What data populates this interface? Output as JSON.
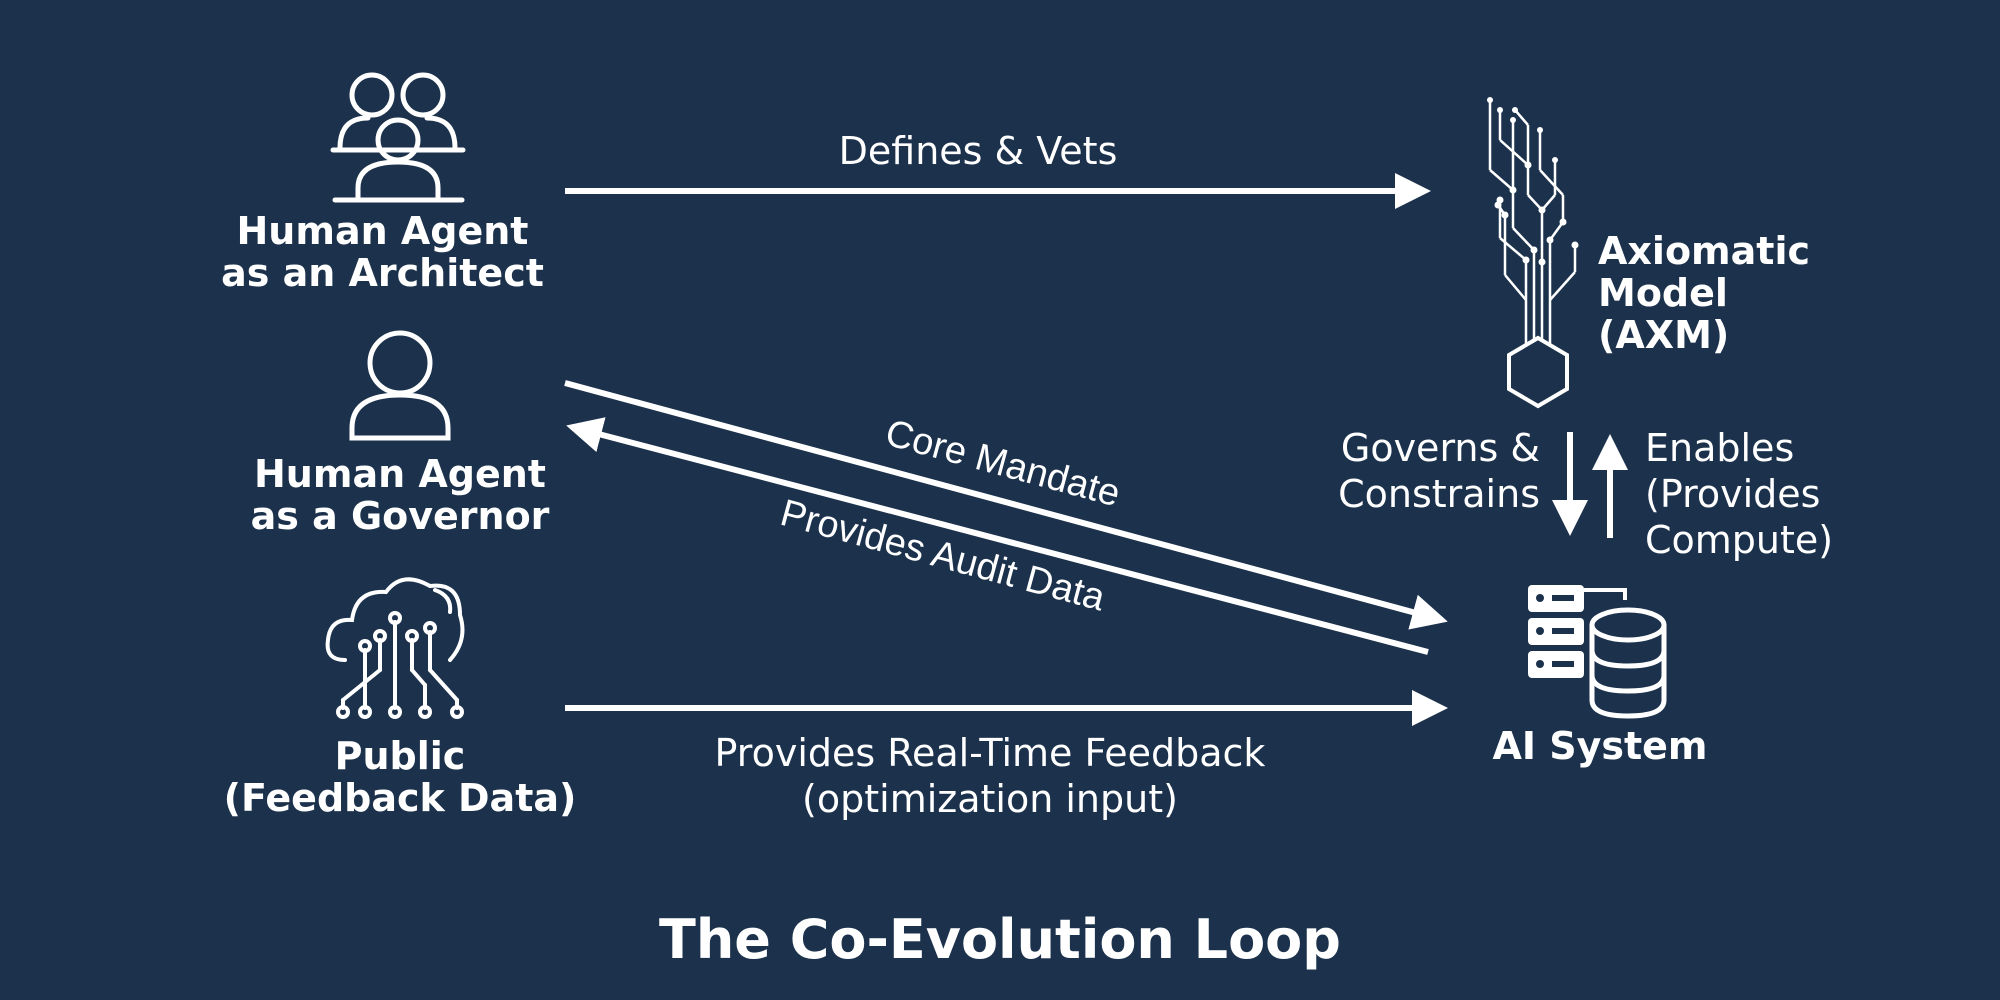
{
  "title": "The Co-Evolution Loop",
  "nodes": {
    "architect": {
      "line1": "Human Agent",
      "line2": "as an Architect",
      "icon": "group-users-icon"
    },
    "governor": {
      "line1": "Human Agent",
      "line2": "as a Governor",
      "icon": "user-icon"
    },
    "public": {
      "line1": "Public",
      "line2": "(Feedback Data)",
      "icon": "cloud-network-icon"
    },
    "axm": {
      "line1": "Axiomatic",
      "line2": "Model",
      "line3": "(AXM)",
      "icon": "circuit-hexagon-icon"
    },
    "ai": {
      "line1": "AI System",
      "icon": "server-database-icon"
    }
  },
  "edges": {
    "defines": "Defines & Vets",
    "core_mandate": "Core Mandate",
    "audit": "Provides Audit Data",
    "feedback_line1": "Provides Real-Time Feedback",
    "feedback_line2": "(optimization input)",
    "governs_line1": "Governs &",
    "governs_line2": "Constrains",
    "enables_line1": "Enables",
    "enables_line2": "(Provides",
    "enables_line3": "Compute)"
  },
  "colors": {
    "background": "#1c324c",
    "foreground": "#ffffff"
  }
}
